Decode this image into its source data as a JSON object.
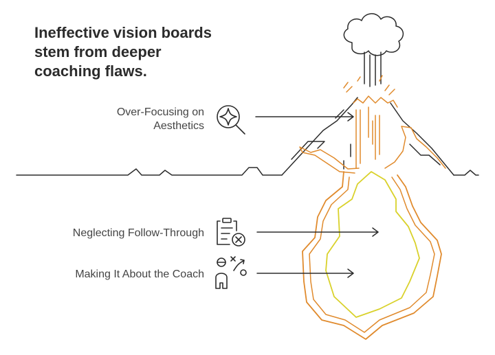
{
  "title": {
    "line1": "Ineffective vision boards",
    "line2": "stem from deeper",
    "line3": "coaching flaws."
  },
  "items": [
    {
      "label_line1": "Over-Focusing on",
      "label_line2": "Aesthetics",
      "icon": "sparkle-search-icon"
    },
    {
      "label": "Neglecting Follow-Through",
      "icon": "clipboard-x-icon"
    },
    {
      "label": "Making It About the Coach",
      "icon": "coach-strategy-icon"
    }
  ],
  "colors": {
    "outline": "#2b2b2b",
    "magma": "#e08a2c",
    "core": "#d9d12a",
    "text": "#444444",
    "title": "#2b2b2b"
  }
}
